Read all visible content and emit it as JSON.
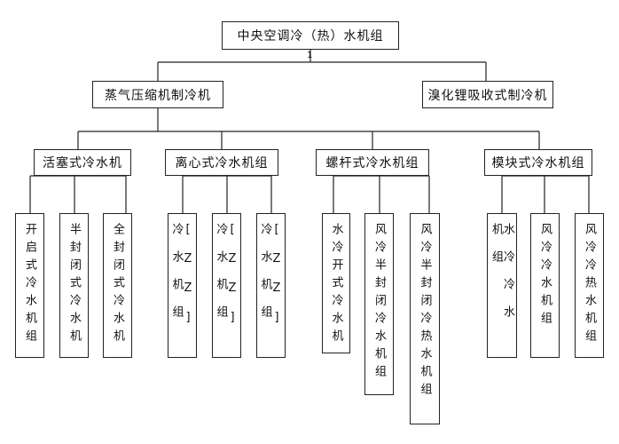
{
  "root": {
    "label": "中央空调冷（热）水机组"
  },
  "connector_mark": "1",
  "level1": [
    {
      "label": "蒸气压缩机制冷机"
    },
    {
      "label": "溴化锂吸收式制冷机"
    }
  ],
  "groups": [
    {
      "label": "活塞式冷水机",
      "items": [
        "开启式冷水机组",
        "半封闭式冷水机",
        "全封闭式冷水机"
      ]
    },
    {
      "label": "离心式冷水机组",
      "items": [
        "[ZZ]冷水机组",
        "[ZZ]冷水机组",
        "[ZZ]冷水机组"
      ]
    },
    {
      "label": "螺杆式冷水机组",
      "items": [
        "水冷开式冷水机",
        "风冷半封闭冷水机组",
        "风冷半封闭冷热水机组"
      ]
    },
    {
      "label": "模块式冷水机组",
      "items": [
        "水冷冷水机组",
        "风冷冷水机组",
        "风冷冷热水机组"
      ]
    }
  ]
}
